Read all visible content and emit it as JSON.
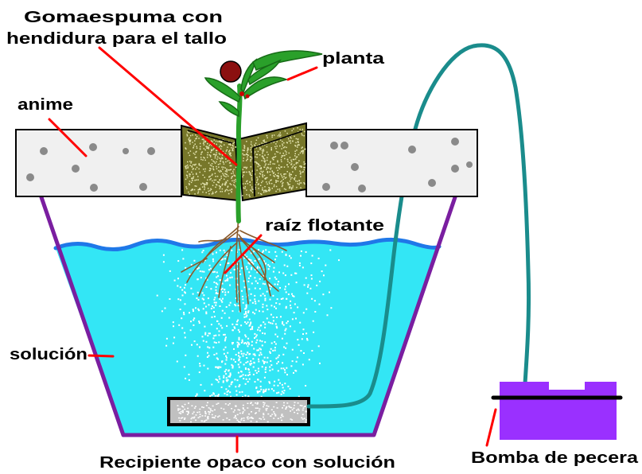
{
  "labels": {
    "foam_line1": "Gomaespuma con",
    "foam_line2": "hendidura para el tallo",
    "plant": "planta",
    "anime": "anime",
    "root": "raíz flotante",
    "solution": "solución",
    "container": "Recipiente opaco con solución",
    "pump": "Bomba de pecera"
  },
  "colors": {
    "background": "#ffffff",
    "water": "#33e6f5",
    "water_surface": "#1f78e8",
    "bubbles": "#ffffff",
    "container_outline": "#7a1ea0",
    "anime_board": "#f0f0f0",
    "anime_dots": "#8a8a8a",
    "foam": "#77772a",
    "foam_specks": "#e4e4b0",
    "plant": "#2aa02a",
    "flower": "#8b1010",
    "roots": "#8b5a2b",
    "tube": "#1a8c8c",
    "air_stone": "#c0c0c0",
    "pump": "#9a30ff",
    "pointer_lines": "#ff0000",
    "text": "#000000"
  }
}
